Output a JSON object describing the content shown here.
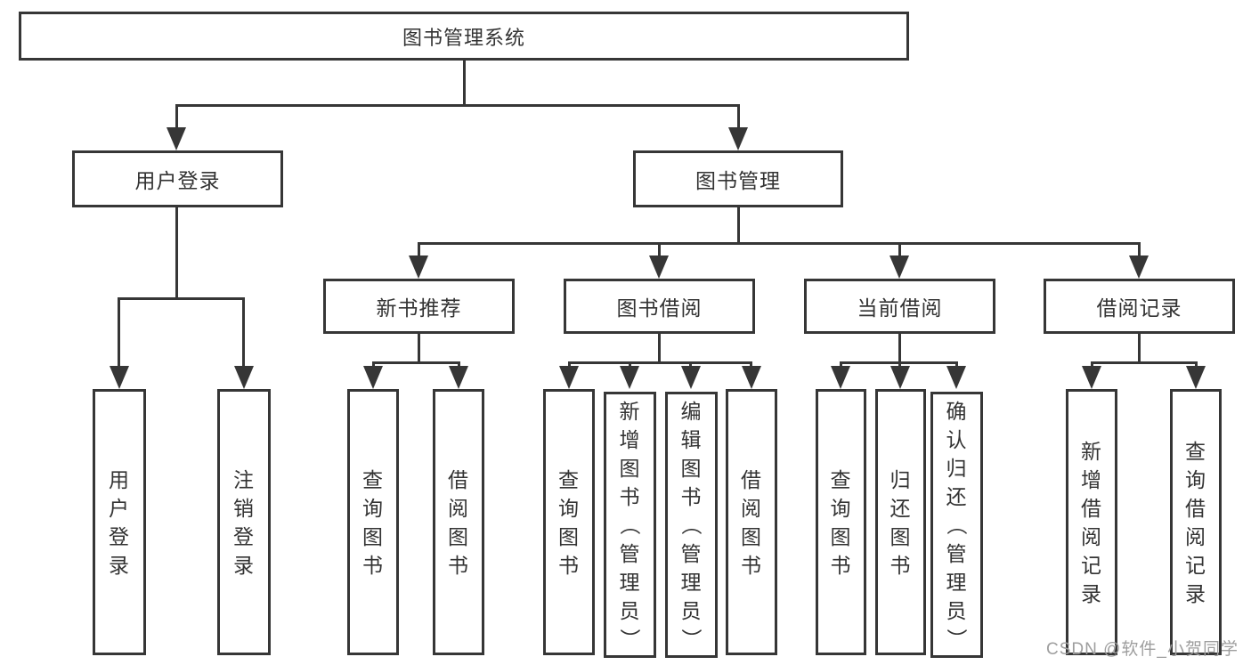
{
  "diagram": {
    "root": "图书管理系统",
    "branches": [
      {
        "label": "用户登录",
        "leaves": [
          "用户登录",
          "注销登录"
        ]
      },
      {
        "label": "图书管理",
        "groups": [
          {
            "label": "新书推荐",
            "leaves": [
              "查询图书",
              "借阅图书"
            ]
          },
          {
            "label": "图书借阅",
            "leaves": [
              "查询图书",
              "新增图书（管理员）",
              "编辑图书（管理员）",
              "借阅图书"
            ]
          },
          {
            "label": "当前借阅",
            "leaves": [
              "查询图书",
              "归还图书",
              "确认归还（管理员）"
            ]
          },
          {
            "label": "借阅记录",
            "leaves": [
              "新增借阅记录",
              "查询借阅记录"
            ]
          }
        ]
      }
    ]
  },
  "watermark": "CSDN @软件_小贺同学",
  "colors": {
    "line": "#363636",
    "text": "#333333",
    "watermark": "#9e9e9e",
    "background": "#ffffff"
  }
}
